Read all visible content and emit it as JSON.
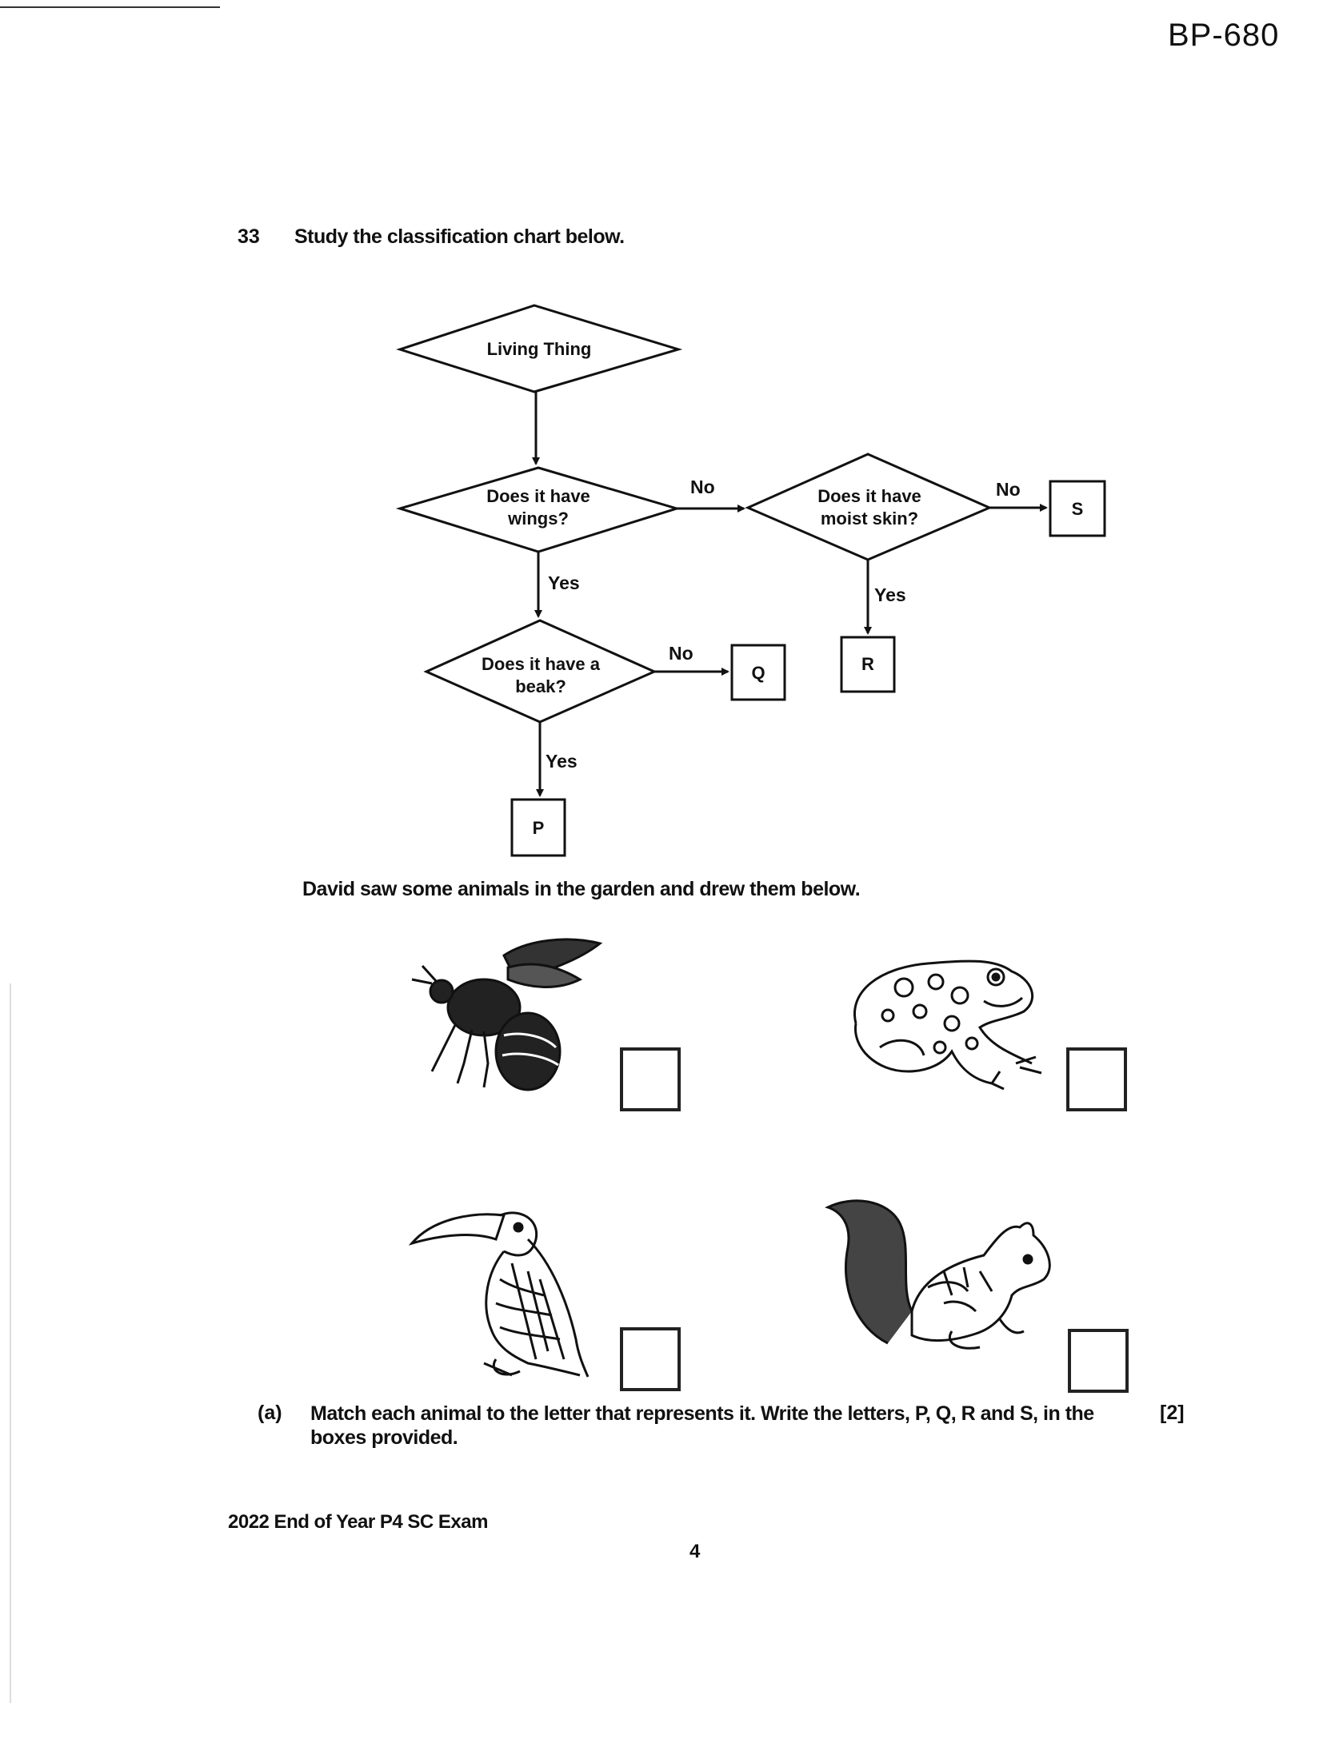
{
  "header": {
    "code": "BP-680"
  },
  "question": {
    "number": "33",
    "prompt": "Study the classification chart below."
  },
  "chart": {
    "start": "Living Thing",
    "q_wings": [
      "Does it have",
      "wings?"
    ],
    "q_beak": [
      "Does it have a",
      "beak?"
    ],
    "q_moist": [
      "Does it have",
      "moist skin?"
    ],
    "yes": "Yes",
    "no": "No",
    "P": "P",
    "Q": "Q",
    "R": "R",
    "S": "S"
  },
  "intro": "David saw some animals in the garden and drew them below.",
  "animals": [
    "bee",
    "frog",
    "toucan",
    "squirrel"
  ],
  "part_a": {
    "label": "(a)",
    "text": "Match each animal to the letter that represents it. Write the letters, P, Q, R and S, in the boxes provided.",
    "marks": "[2]"
  },
  "footer": {
    "exam": "2022 End of Year P4 SC Exam",
    "page": "4"
  }
}
